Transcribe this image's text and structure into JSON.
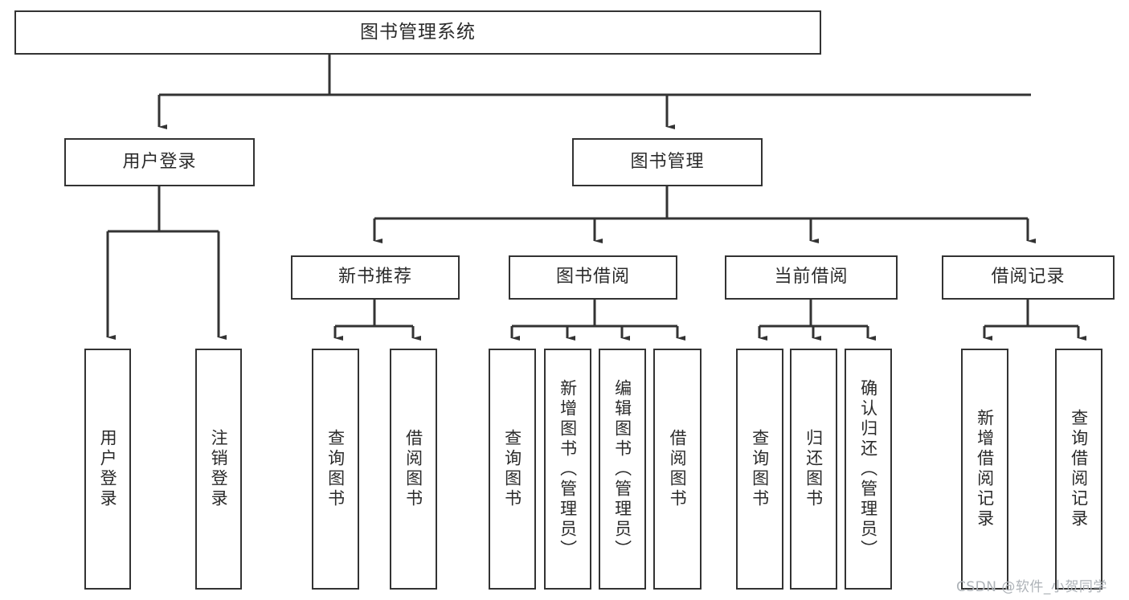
{
  "diagram": {
    "title": "图书管理系统",
    "type": "hierarchy-tree",
    "watermark": "CSDN @软件_小贺同学",
    "colors": {
      "border": "#333333",
      "background": "#ffffff",
      "text": "#2b2b2b",
      "watermark": "#aeb3b8"
    },
    "nodes": {
      "root": {
        "label": "图书管理系统",
        "level": 1,
        "orientation": "horizontal"
      },
      "user_login": {
        "label": "用户登录",
        "level": 2,
        "orientation": "horizontal"
      },
      "book_manage": {
        "label": "图书管理",
        "level": 2,
        "orientation": "horizontal"
      },
      "new_book_rec": {
        "label": "新书推荐",
        "level": 3,
        "orientation": "horizontal"
      },
      "book_borrow": {
        "label": "图书借阅",
        "level": 3,
        "orientation": "horizontal"
      },
      "current_borrow": {
        "label": "当前借阅",
        "level": 3,
        "orientation": "horizontal"
      },
      "borrow_record": {
        "label": "借阅记录",
        "level": 3,
        "orientation": "horizontal"
      },
      "leaf_user_login": {
        "label": "用户登录",
        "level": 4,
        "orientation": "vertical"
      },
      "leaf_logout": {
        "label": "注销登录",
        "level": 4,
        "orientation": "vertical"
      },
      "leaf_query_book_1": {
        "label": "查询图书",
        "level": 4,
        "orientation": "vertical"
      },
      "leaf_borrow_book_1": {
        "label": "借阅图书",
        "level": 4,
        "orientation": "vertical"
      },
      "leaf_query_book_2": {
        "label": "查询图书",
        "level": 4,
        "orientation": "vertical"
      },
      "leaf_add_book": {
        "label": "新增图书（管理员）",
        "level": 4,
        "orientation": "vertical"
      },
      "leaf_edit_book": {
        "label": "编辑图书（管理员）",
        "level": 4,
        "orientation": "vertical"
      },
      "leaf_borrow_book_2": {
        "label": "借阅图书",
        "level": 4,
        "orientation": "vertical"
      },
      "leaf_query_book_3": {
        "label": "查询图书",
        "level": 4,
        "orientation": "vertical"
      },
      "leaf_return_book": {
        "label": "归还图书",
        "level": 4,
        "orientation": "vertical"
      },
      "leaf_confirm_return": {
        "label": "确认归还（管理员）",
        "level": 4,
        "orientation": "vertical"
      },
      "leaf_add_record": {
        "label": "新增借阅记录",
        "level": 4,
        "orientation": "vertical"
      },
      "leaf_query_record": {
        "label": "查询借阅记录",
        "level": 4,
        "orientation": "vertical"
      }
    },
    "edges": [
      {
        "from": "root",
        "to": "user_login"
      },
      {
        "from": "root",
        "to": "book_manage"
      },
      {
        "from": "user_login",
        "to": "leaf_user_login"
      },
      {
        "from": "user_login",
        "to": "leaf_logout"
      },
      {
        "from": "book_manage",
        "to": "new_book_rec"
      },
      {
        "from": "book_manage",
        "to": "book_borrow"
      },
      {
        "from": "book_manage",
        "to": "current_borrow"
      },
      {
        "from": "book_manage",
        "to": "borrow_record"
      },
      {
        "from": "new_book_rec",
        "to": "leaf_query_book_1"
      },
      {
        "from": "new_book_rec",
        "to": "leaf_borrow_book_1"
      },
      {
        "from": "book_borrow",
        "to": "leaf_query_book_2"
      },
      {
        "from": "book_borrow",
        "to": "leaf_add_book"
      },
      {
        "from": "book_borrow",
        "to": "leaf_edit_book"
      },
      {
        "from": "book_borrow",
        "to": "leaf_borrow_book_2"
      },
      {
        "from": "current_borrow",
        "to": "leaf_query_book_3"
      },
      {
        "from": "current_borrow",
        "to": "leaf_return_book"
      },
      {
        "from": "current_borrow",
        "to": "leaf_confirm_return"
      },
      {
        "from": "borrow_record",
        "to": "leaf_add_record"
      },
      {
        "from": "borrow_record",
        "to": "leaf_query_record"
      }
    ]
  }
}
